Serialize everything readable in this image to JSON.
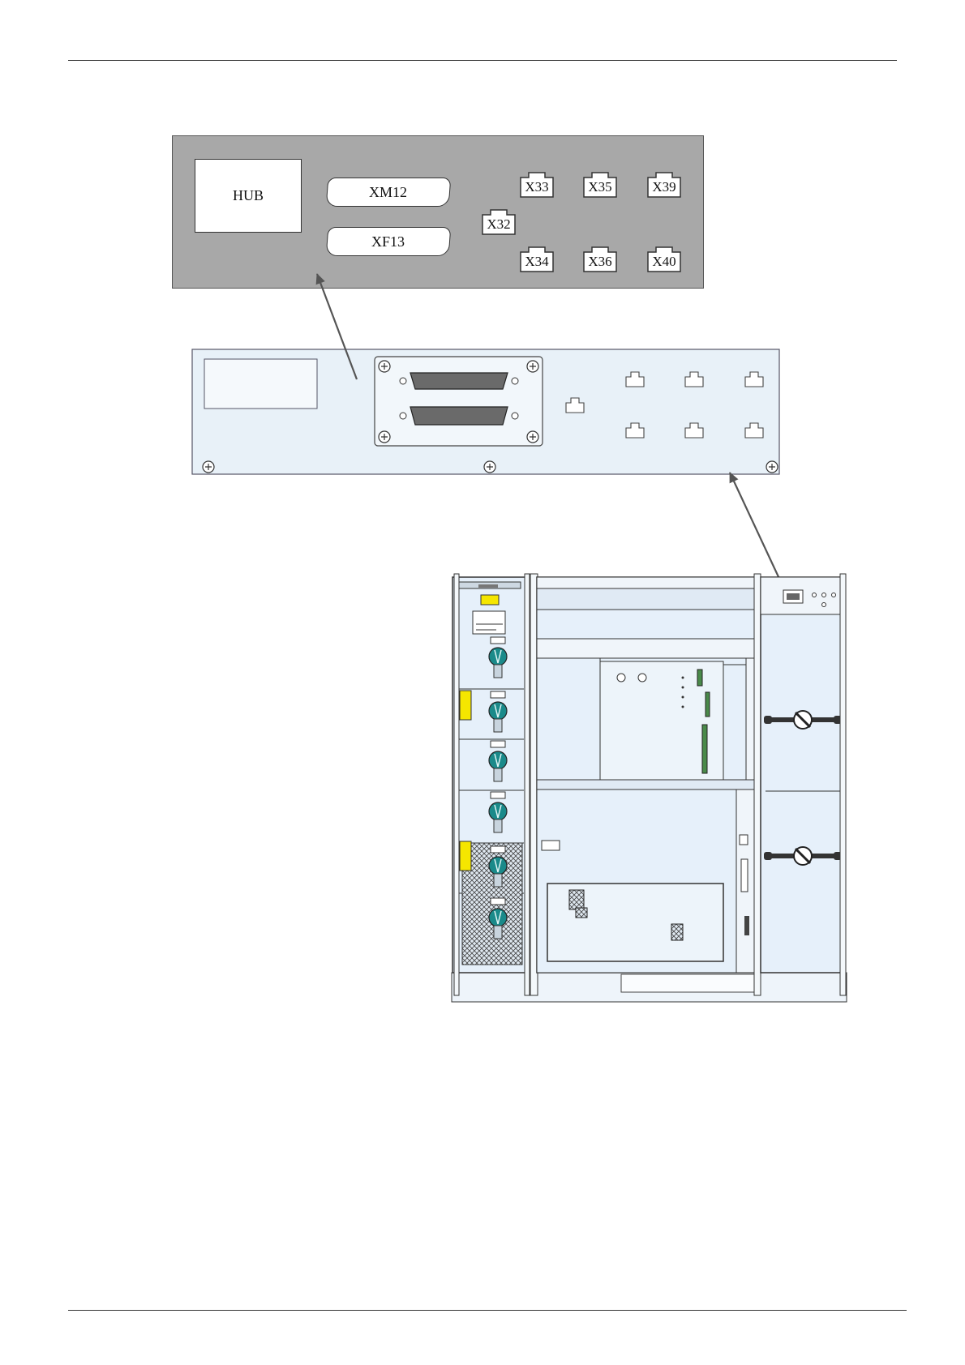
{
  "label_panel": {
    "hub": "HUB",
    "connectors": [
      {
        "id": "xm12",
        "label": "XM12"
      },
      {
        "id": "xf13",
        "label": "XF13"
      }
    ],
    "ports": [
      {
        "id": "x33",
        "label": "X33"
      },
      {
        "id": "x35",
        "label": "X35"
      },
      {
        "id": "x39",
        "label": "X39"
      },
      {
        "id": "x32",
        "label": "X32"
      },
      {
        "id": "x34",
        "label": "X34"
      },
      {
        "id": "x36",
        "label": "X36"
      },
      {
        "id": "x40",
        "label": "X40"
      }
    ]
  },
  "colors": {
    "label_panel_bg": "#a8a8a8",
    "drawing_fill": "#e6f0fa",
    "line": "#333333",
    "warning_label": "#f5e600",
    "handle": "#1a8a8a"
  }
}
